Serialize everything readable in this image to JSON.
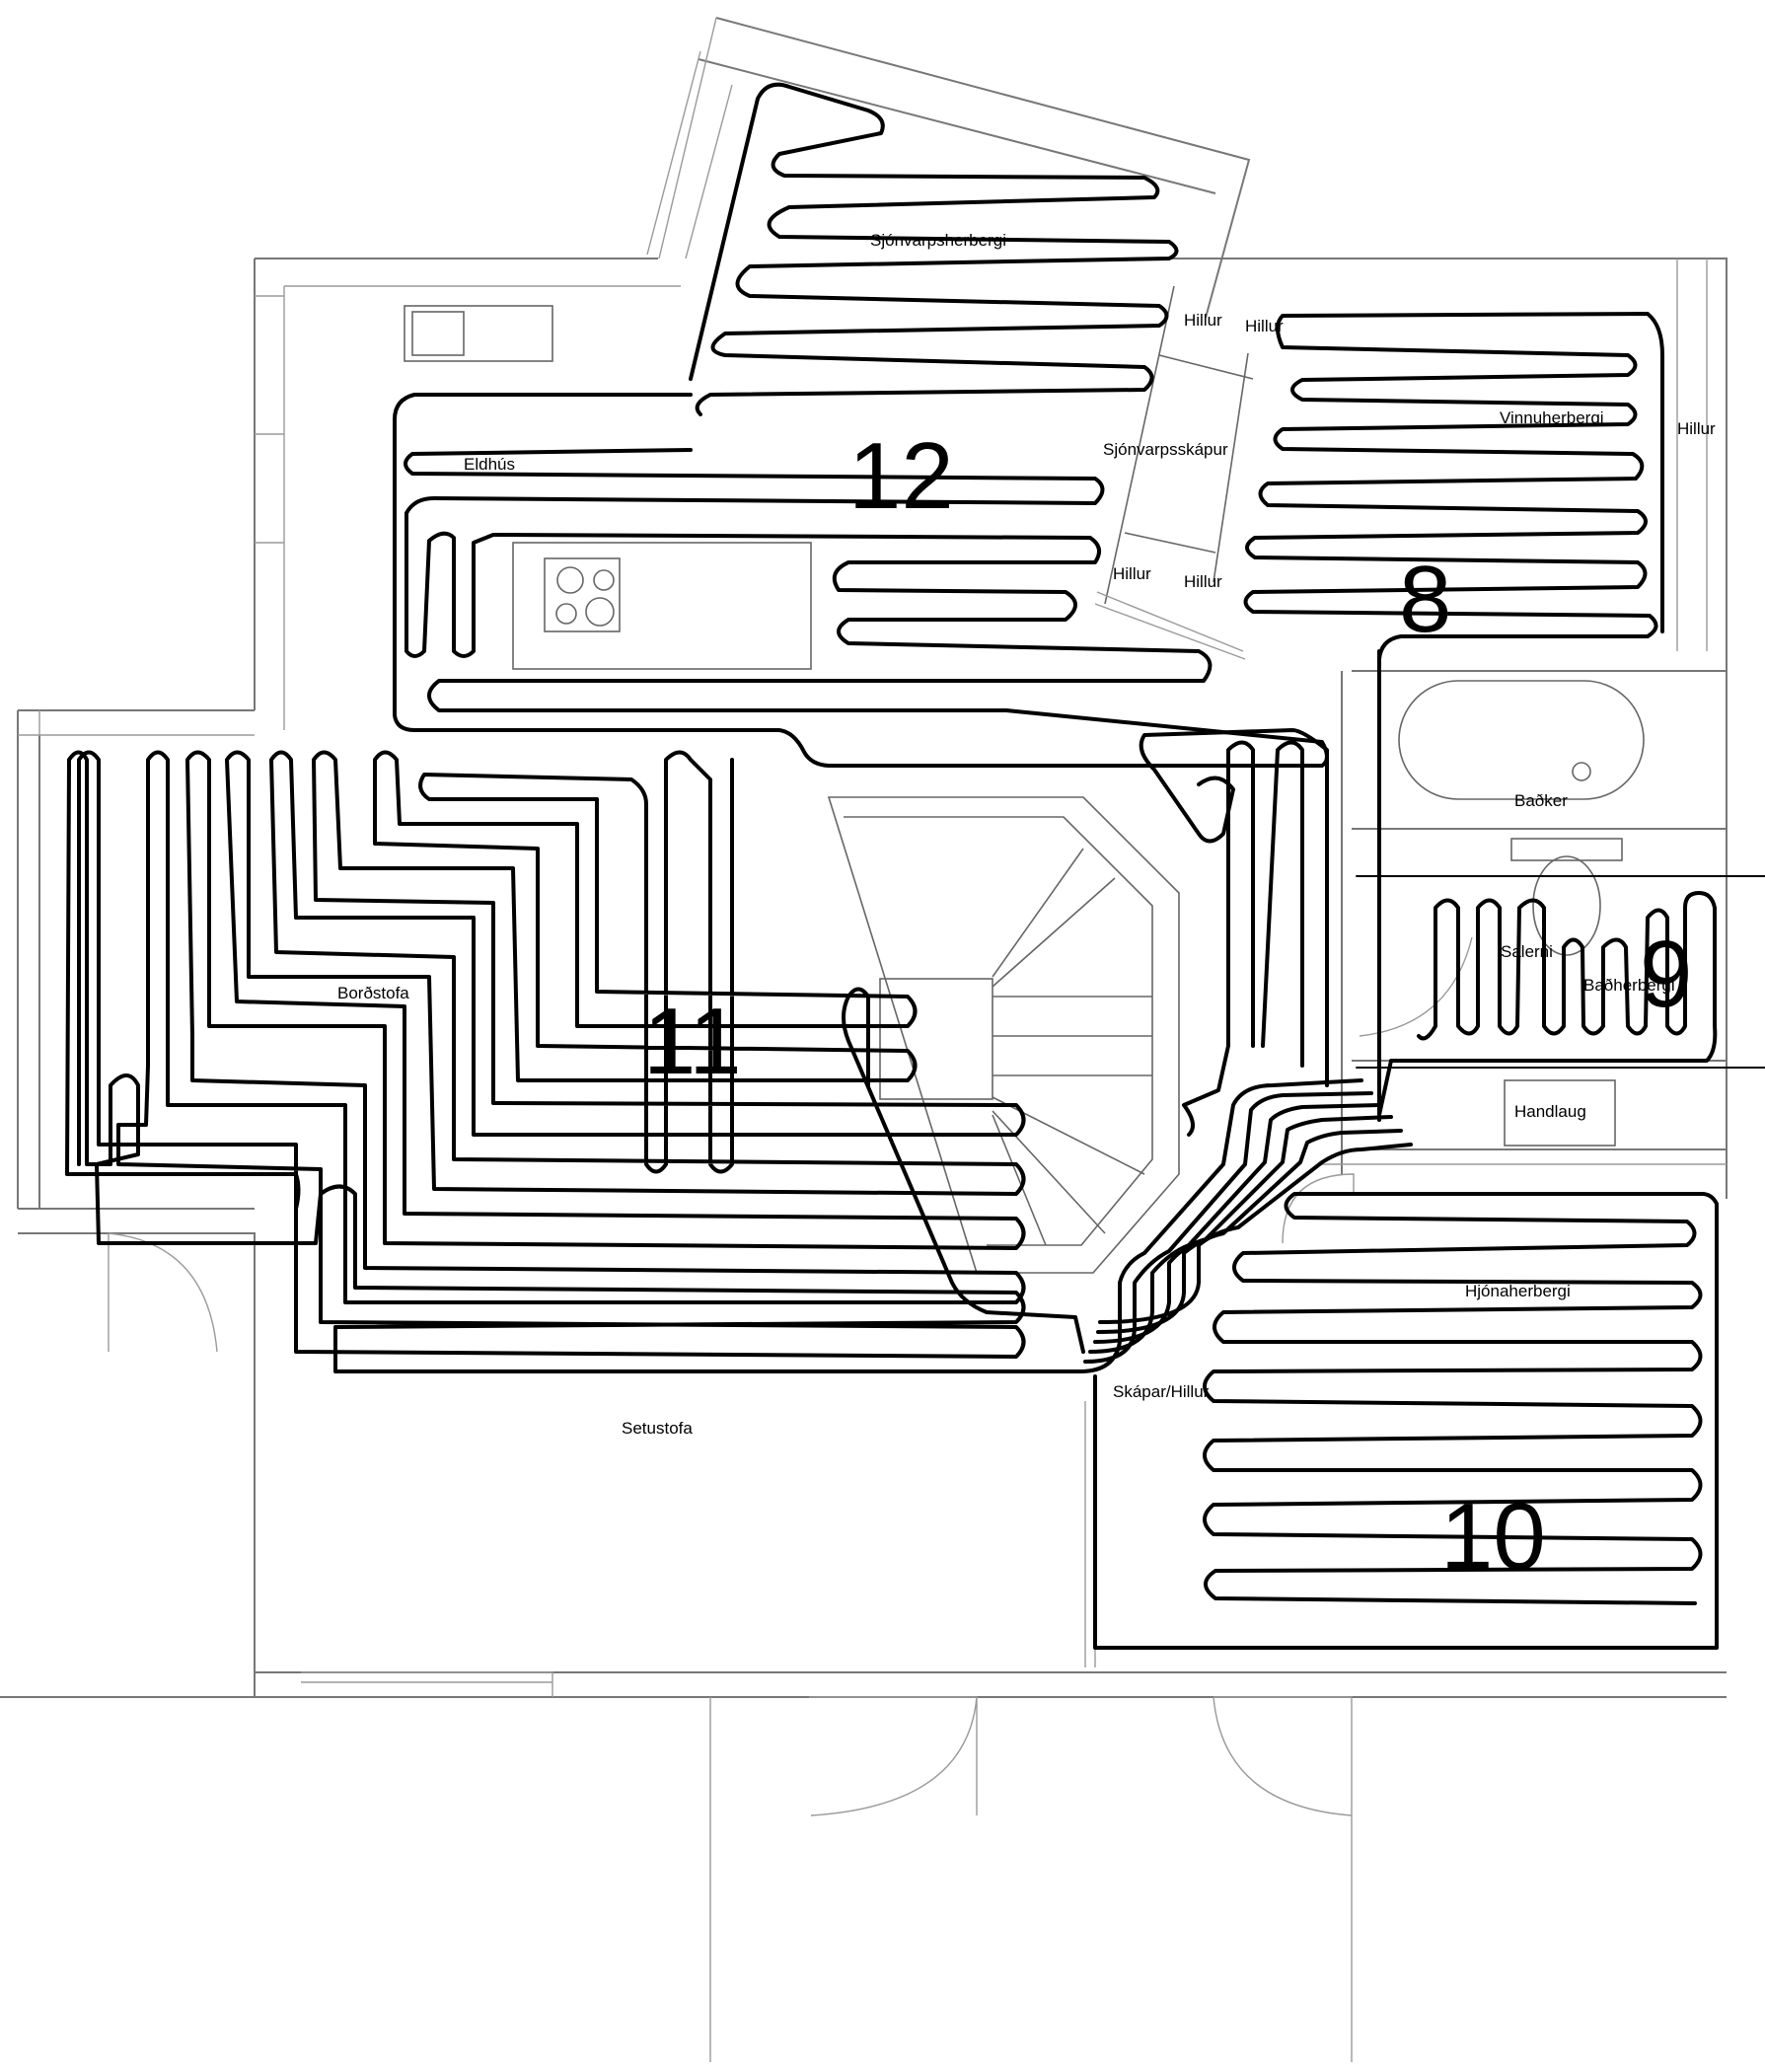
{
  "rooms": {
    "sjonvarpsherbergi": "Sjónvarpsherbergi",
    "hillur_1": "Hillur",
    "hillur_2": "Hillur",
    "hillur_3": "Hillur",
    "hillur_4": "Hillur",
    "hillur_5": "Hillur",
    "sjonvarpsskapur": "Sjónvarpsskápur",
    "vinnuherbergi": "Vinnuherbergi",
    "eldhus": "Eldhús",
    "badker": "Baðker",
    "salerni": "Salerni",
    "badherbergi": "Baðherbergi",
    "handlaug": "Handlaug",
    "bordstofa": "Borðstofa",
    "hjonaherbergi": "Hjónaherbergi",
    "skapar_hillur": "Skápar/Hillur",
    "setustofa": "Setustofa"
  },
  "loops": {
    "loop_8": "8",
    "loop_9": "9",
    "loop_10": "10",
    "loop_11": "11",
    "loop_12": "12"
  }
}
